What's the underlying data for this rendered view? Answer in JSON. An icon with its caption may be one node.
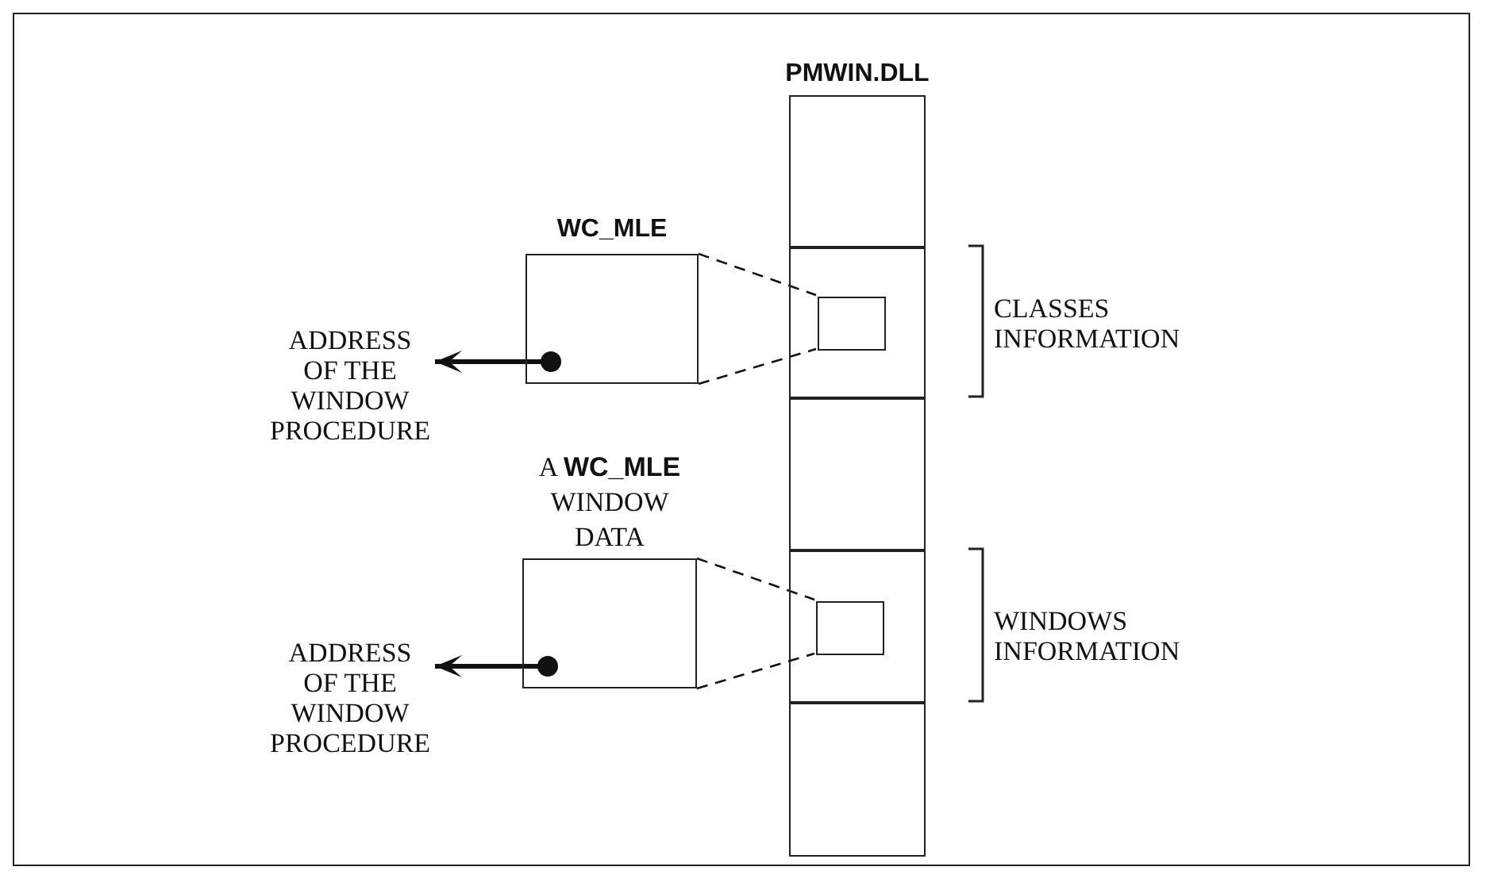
{
  "diagram": {
    "nodes": [
      {
        "text": [
          "PMWIN.DLL"
        ]
      },
      {
        "text": [],
        "shape": "box",
        "in": 0
      },
      {
        "text": [],
        "shape": "box",
        "in": 0
      },
      {
        "text": [],
        "shape": "box",
        "in": 2
      },
      {
        "text": [],
        "shape": "box",
        "in": 0
      },
      {
        "text": [],
        "shape": "box",
        "in": 0
      },
      {
        "text": [],
        "shape": "box",
        "in": 5
      },
      {
        "text": [],
        "shape": "box",
        "in": 0
      },
      {
        "text": [
          "WC_MLE"
        ]
      },
      {
        "text": [
          "A **WC_MLE** WINDOW DATA"
        ]
      },
      {
        "text": [
          "ADDRESS OF THE WINDOW PROCEDURE"
        ]
      },
      {
        "text": [
          "ADDRESS OF THE WINDOW PROCEDURE"
        ]
      }
    ],
    "edges": [
      {
        "from": 8,
        "to": 10,
        "arrow": "to",
        "style": "thick"
      },
      {
        "from": 8,
        "to": 3,
        "arrow": "none",
        "style": "dashed"
      },
      {
        "from": 8,
        "to": 3,
        "arrow": "none",
        "style": "dashed"
      },
      {
        "from": 9,
        "to": 11,
        "arrow": "to",
        "style": "thick"
      },
      {
        "from": 9,
        "to": 6,
        "arrow": "none",
        "style": "dashed"
      },
      {
        "from": 9,
        "to": 6,
        "arrow": "none",
        "style": "dashed"
      }
    ],
    "labels": [
      "CLASSES INFORMATION",
      "WINDOWS INFORMATION"
    ]
  }
}
